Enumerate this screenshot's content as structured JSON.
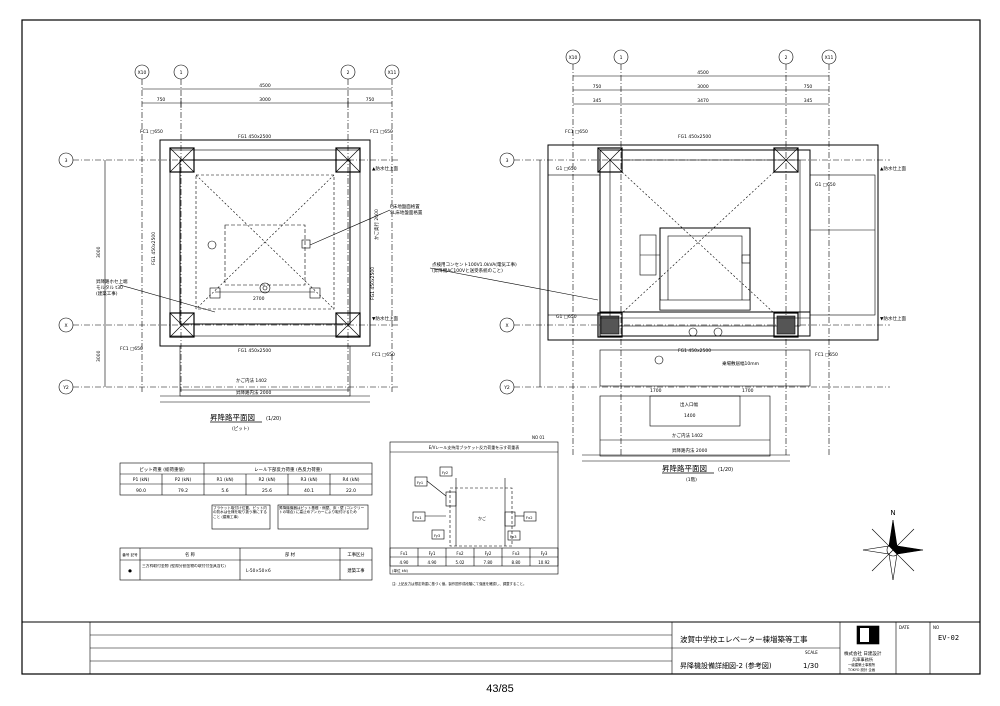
{
  "page_number": "43/85",
  "left_plan": {
    "title": "昇降路平面図",
    "scale": "(1/20)",
    "subtitle": "(ピット)",
    "grid_top": [
      "X10",
      "1",
      "2",
      "X11"
    ],
    "grid_left": [
      "3",
      "X",
      "Y2"
    ],
    "dim_total": "4500",
    "dim_parts": [
      "750",
      "3000",
      "750"
    ],
    "fc_tl": "FC1 □650",
    "fc_tr": "FC1 □650",
    "fc_bl": "FC1 □650",
    "fc_br": "FC1 □650",
    "fg_top": "FG1 450x2500",
    "fg_bottom": "FG1 450x2500",
    "fg_right": "FG1 450x2500",
    "fg_left": "FG1 450x2500",
    "note_mortar": [
      "昇降路ホセ上端",
      "モルタル t30",
      "(建築工事)"
    ],
    "note_pit": [
      "P床地盤面格置",
      "SL床地盤面格置"
    ],
    "dim_side": "3000",
    "dim_side2": "3000",
    "dim_inner": "2700",
    "car_depth": "かご奥行 2000",
    "car_width": "かご内法 1402",
    "shaft_width": "昇降路内法 2000",
    "level_top": "▲防水仕上面",
    "level_bottom": "▼防水仕上面"
  },
  "right_plan": {
    "title": "昇降路平面図",
    "scale": "(1/20)",
    "subtitle": "(1階)",
    "grid_top": [
      "X10",
      "1",
      "2",
      "X11"
    ],
    "grid_left": [
      "3",
      "X",
      "Y2"
    ],
    "dim_total": "4500",
    "dim_parts": [
      "750",
      "3000",
      "750"
    ],
    "dim_parts2": [
      "345",
      "3470",
      "345"
    ],
    "fc_top": "FC1 □650",
    "fc_bottom": "FC1 □650",
    "fg_top": "FG1 450x2500",
    "fg_bottom": "FG1 450x2500",
    "g_labels": [
      "G1 □650",
      "G1 □650",
      "G1 □650"
    ],
    "note_outlet": [
      "点検用コンセント100V1.0kVA(電気工事)",
      "(昇降機AC100Vと送受系統のこと)"
    ],
    "entrance": "出入口幅",
    "entrance_val": "1400",
    "car_width": "かご内法 1402",
    "shaft_width": "昇降路内法 2000",
    "sill_note": "乗場敷居幅10mm",
    "dim_bottom": [
      "1700",
      "1700"
    ],
    "level_top": "▲防水仕上面",
    "level_bottom": "▼防水仕上面"
  },
  "reaction_table": {
    "header_left": "ピット荷重 (総荷重値)",
    "header_right": "レール下部反力荷重 (各反力荷重)",
    "columns": [
      "P1 (kN)",
      "P2 (kN)",
      "R1 (kN)",
      "R2 (kN)",
      "R3 (kN)",
      "R4 (kN)"
    ],
    "values": [
      "90.0",
      "79.2",
      "5.6",
      "25.6",
      "40.1",
      "22.0"
    ]
  },
  "notes_boxes": [
    "ブラケット取付け位置、ピット内の防水は仕様を取り扱う様にすること (建築工事)",
    "昇降機機器はピット基礎・側壁、床・壁 (コンクリートの場合) に高止めアンカーにより取付けるため"
  ],
  "materials_table": {
    "header": [
      "番号 記号",
      "名 称",
      "部 材",
      "工事区分"
    ],
    "row": [
      "●",
      "三方枠取付金物 (壁際分割金物の取付付金具含む)",
      "L-50×50×6",
      "建築工事"
    ]
  },
  "bracket_box": {
    "title": "E/Vレール支持用ブラケット反力荷重を示す荷重表",
    "no_label": "NO 01",
    "car_label": "かご",
    "force_labels": [
      "Fy1",
      "Fy2",
      "Fx1",
      "Fy3",
      "Fx2",
      "Fx3"
    ],
    "columns": [
      "Fx1",
      "Fy1",
      "Fx2",
      "Fy2",
      "Fx3",
      "Fy3"
    ],
    "values": [
      "4.90",
      "4.90",
      "5.02",
      "7.80",
      "8.80",
      "10.92"
    ],
    "unit": "(単位 kN)",
    "footnote": "注: 上記反力は想定荷重に基づく値。製作図作成段階にて強度を確認し、調整すること。"
  },
  "title_block": {
    "project": "波賀中学校エレベーター棟増築等工事",
    "scale_label": "SCALE",
    "drawing_name": "昇降機設備詳細図-2 (参考図)",
    "scale": "1/30",
    "company": [
      "株式会社 日建設計",
      "兵庫事務所",
      "一級建築士事務所",
      "TOKYO 設計 企画"
    ],
    "date_label": "DATE",
    "no_label": "NO",
    "drawing_no": "EV-02"
  },
  "north": "N"
}
